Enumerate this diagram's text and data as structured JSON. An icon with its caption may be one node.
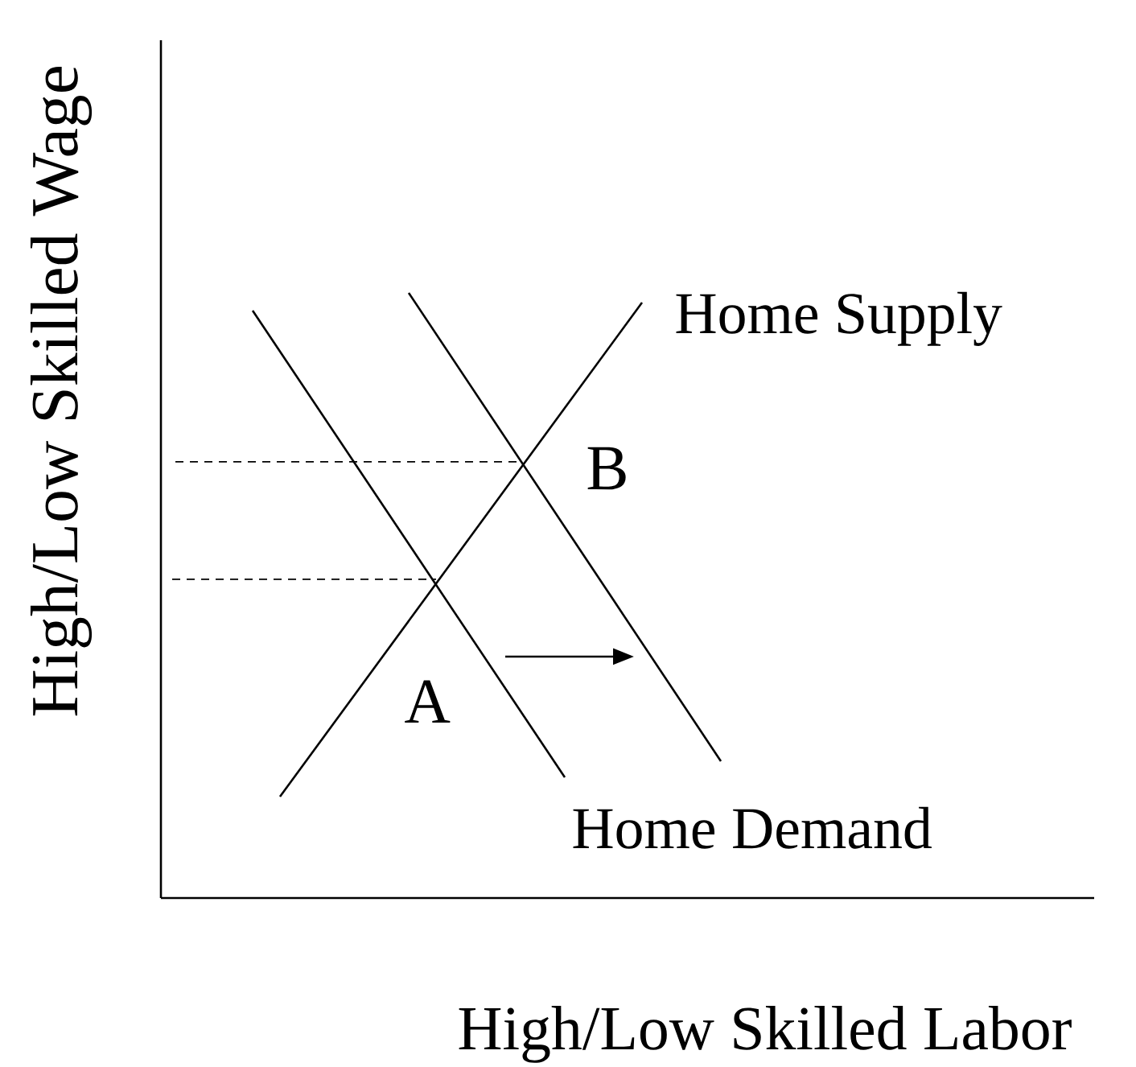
{
  "diagram": {
    "labels": [
      "High/Low Skilled Wage",
      "Home Supply",
      "B",
      "A",
      "Home Demand",
      "High/Low Skilled Labor"
    ]
  }
}
